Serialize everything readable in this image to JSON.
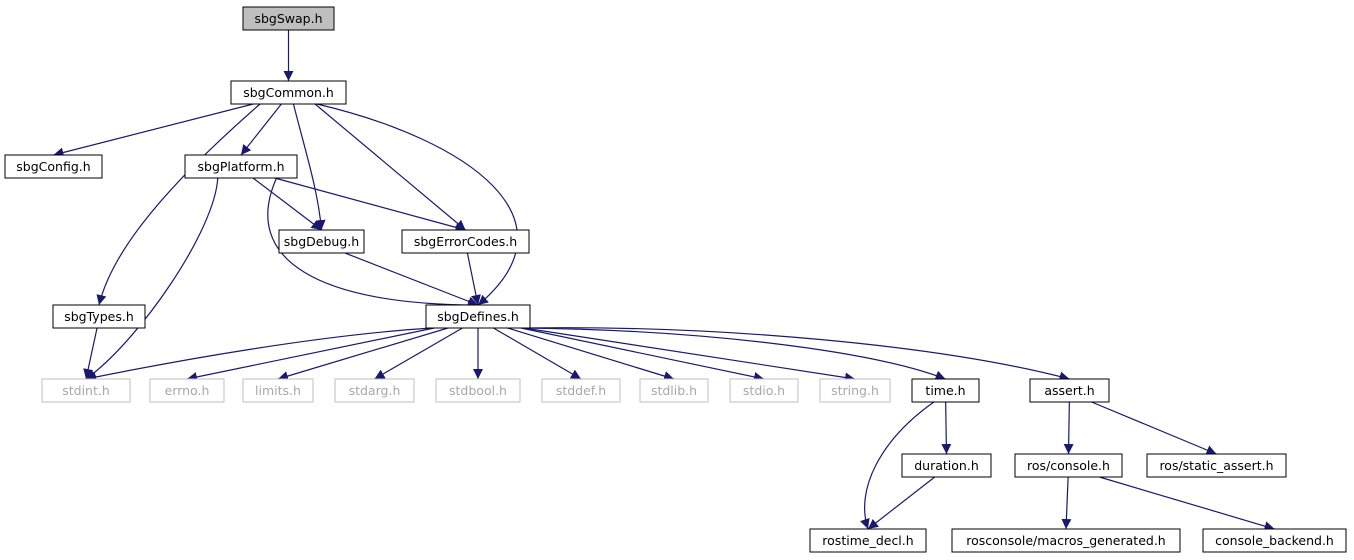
{
  "graph": {
    "nodes": [
      {
        "id": "sbgSwap",
        "label": "sbgSwap.h",
        "kind": "current"
      },
      {
        "id": "sbgCommon",
        "label": "sbgCommon.h",
        "kind": "internal"
      },
      {
        "id": "sbgConfig",
        "label": "sbgConfig.h",
        "kind": "internal"
      },
      {
        "id": "sbgPlatform",
        "label": "sbgPlatform.h",
        "kind": "internal"
      },
      {
        "id": "sbgDebug",
        "label": "sbgDebug.h",
        "kind": "internal"
      },
      {
        "id": "sbgErrorCodes",
        "label": "sbgErrorCodes.h",
        "kind": "internal"
      },
      {
        "id": "sbgTypes",
        "label": "sbgTypes.h",
        "kind": "internal"
      },
      {
        "id": "sbgDefines",
        "label": "sbgDefines.h",
        "kind": "internal"
      },
      {
        "id": "stdint",
        "label": "stdint.h",
        "kind": "external"
      },
      {
        "id": "errno",
        "label": "errno.h",
        "kind": "external"
      },
      {
        "id": "limits",
        "label": "limits.h",
        "kind": "external"
      },
      {
        "id": "stdarg",
        "label": "stdarg.h",
        "kind": "external"
      },
      {
        "id": "stdbool",
        "label": "stdbool.h",
        "kind": "external"
      },
      {
        "id": "stddef",
        "label": "stddef.h",
        "kind": "external"
      },
      {
        "id": "stdlib",
        "label": "stdlib.h",
        "kind": "external"
      },
      {
        "id": "stdio",
        "label": "stdio.h",
        "kind": "external"
      },
      {
        "id": "string",
        "label": "string.h",
        "kind": "external"
      },
      {
        "id": "time",
        "label": "time.h",
        "kind": "internal"
      },
      {
        "id": "assert",
        "label": "assert.h",
        "kind": "internal"
      },
      {
        "id": "duration",
        "label": "duration.h",
        "kind": "internal"
      },
      {
        "id": "rosconsole",
        "label": "ros/console.h",
        "kind": "internal"
      },
      {
        "id": "rosstaticassert",
        "label": "ros/static_assert.h",
        "kind": "internal"
      },
      {
        "id": "rostimedecl",
        "label": "rostime_decl.h",
        "kind": "internal"
      },
      {
        "id": "macrosgen",
        "label": "rosconsole/macros_generated.h",
        "kind": "internal"
      },
      {
        "id": "consolebackend",
        "label": "console_backend.h",
        "kind": "internal"
      }
    ],
    "edges": [
      [
        "sbgSwap",
        "sbgCommon"
      ],
      [
        "sbgCommon",
        "sbgConfig"
      ],
      [
        "sbgCommon",
        "sbgPlatform"
      ],
      [
        "sbgCommon",
        "sbgTypes"
      ],
      [
        "sbgCommon",
        "sbgDebug"
      ],
      [
        "sbgCommon",
        "sbgErrorCodes"
      ],
      [
        "sbgCommon",
        "sbgDefines"
      ],
      [
        "sbgPlatform",
        "sbgDebug"
      ],
      [
        "sbgPlatform",
        "sbgErrorCodes"
      ],
      [
        "sbgPlatform",
        "sbgDefines"
      ],
      [
        "sbgPlatform",
        "stdint"
      ],
      [
        "sbgDebug",
        "sbgDefines"
      ],
      [
        "sbgErrorCodes",
        "sbgDefines"
      ],
      [
        "sbgTypes",
        "stdint"
      ],
      [
        "sbgDefines",
        "stdint"
      ],
      [
        "sbgDefines",
        "errno"
      ],
      [
        "sbgDefines",
        "limits"
      ],
      [
        "sbgDefines",
        "stdarg"
      ],
      [
        "sbgDefines",
        "stdbool"
      ],
      [
        "sbgDefines",
        "stddef"
      ],
      [
        "sbgDefines",
        "stdlib"
      ],
      [
        "sbgDefines",
        "stdio"
      ],
      [
        "sbgDefines",
        "string"
      ],
      [
        "sbgDefines",
        "time"
      ],
      [
        "sbgDefines",
        "assert"
      ],
      [
        "time",
        "duration"
      ],
      [
        "time",
        "rostimedecl"
      ],
      [
        "duration",
        "rostimedecl"
      ],
      [
        "assert",
        "rosconsole"
      ],
      [
        "assert",
        "rosstaticassert"
      ],
      [
        "rosconsole",
        "macrosgen"
      ],
      [
        "rosconsole",
        "consolebackend"
      ]
    ],
    "colors": {
      "edge": "#191970",
      "node_border": "#000000",
      "external_border": "#bfbfbf",
      "external_text": "#a8a8a8",
      "current_fill": "#bfbfbf",
      "node_fill": "#ffffff"
    }
  }
}
